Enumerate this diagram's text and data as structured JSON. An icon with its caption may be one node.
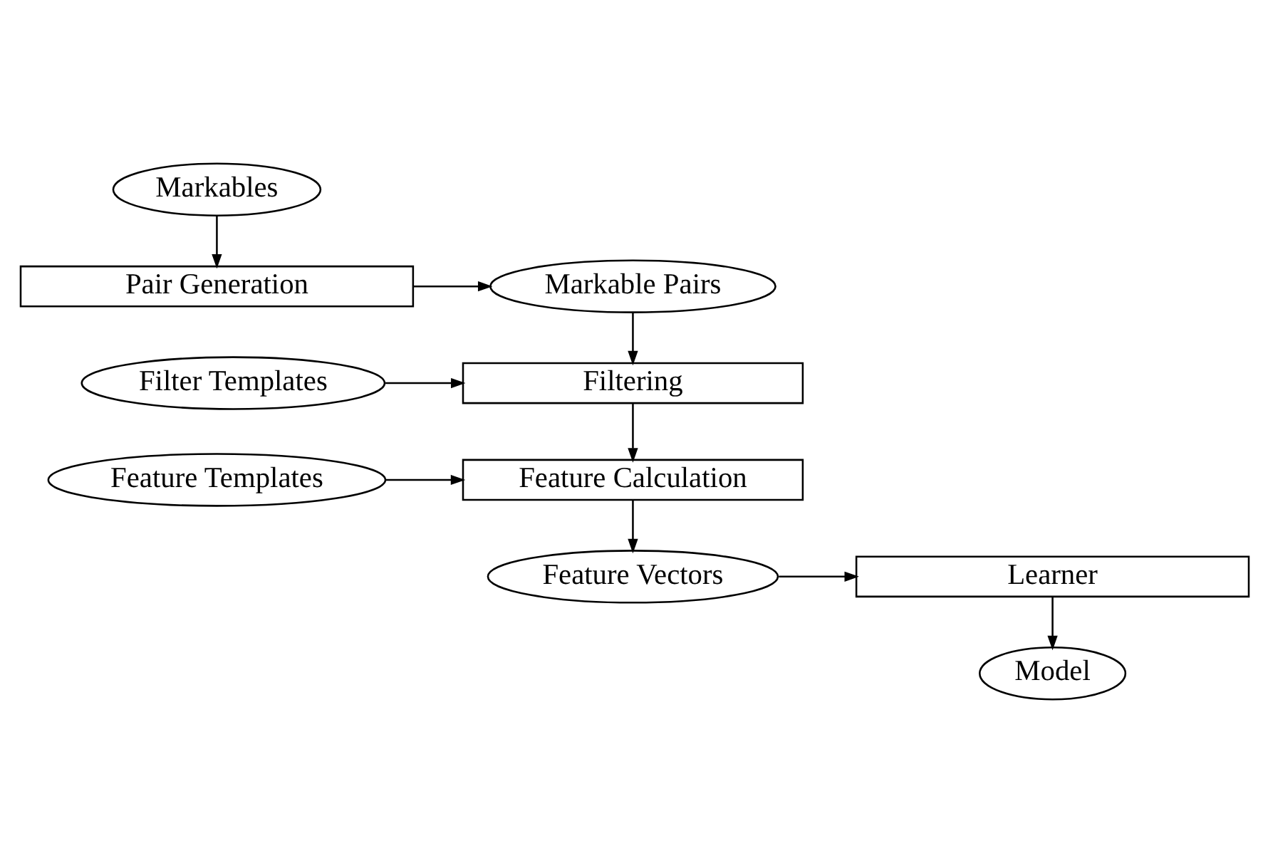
{
  "diagram": {
    "nodes": [
      {
        "text": [
          "Markables"
        ]
      },
      {
        "text": [
          "Pair Generation"
        ]
      },
      {
        "text": [
          "Markable Pairs"
        ]
      },
      {
        "text": [
          "Filter Templates"
        ]
      },
      {
        "text": [
          "Filtering"
        ]
      },
      {
        "text": [
          "Feature Templates"
        ]
      },
      {
        "text": [
          "Feature Calculation"
        ]
      },
      {
        "text": [
          "Feature Vectors"
        ]
      },
      {
        "text": [
          "Learner"
        ]
      },
      {
        "text": [
          "Model"
        ]
      }
    ],
    "edges": [
      {
        "from": 0,
        "to": 1,
        "arrow": "to"
      },
      {
        "from": 1,
        "to": 2,
        "arrow": "to"
      },
      {
        "from": 2,
        "to": 4,
        "arrow": "to"
      },
      {
        "from": 3,
        "to": 4,
        "arrow": "to"
      },
      {
        "from": 4,
        "to": 6,
        "arrow": "to"
      },
      {
        "from": 5,
        "to": 6,
        "arrow": "to"
      },
      {
        "from": 6,
        "to": 7,
        "arrow": "to"
      },
      {
        "from": 7,
        "to": 8,
        "arrow": "to"
      },
      {
        "from": 8,
        "to": 9,
        "arrow": "to"
      }
    ]
  }
}
